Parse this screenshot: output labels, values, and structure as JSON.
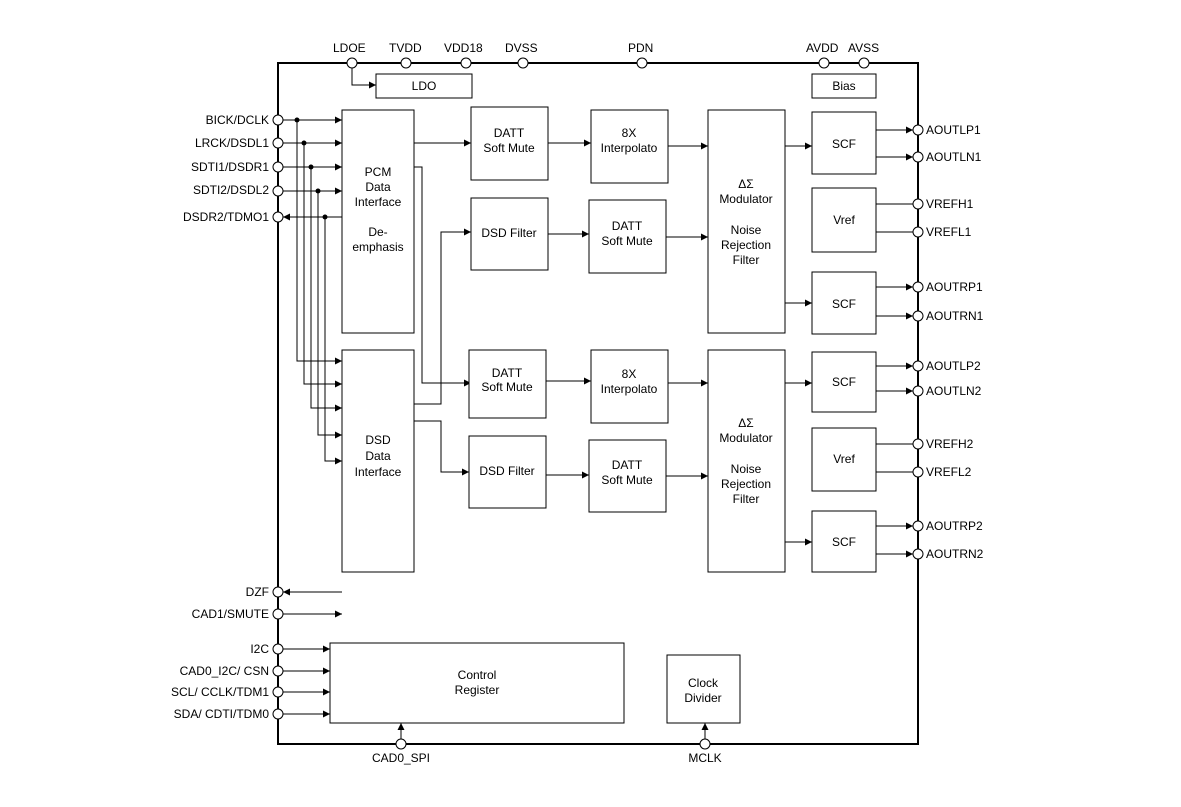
{
  "pins": {
    "top": {
      "ldoe": "LDOE",
      "tvdd": "TVDD",
      "vdd18": "VDD18",
      "dvss": "DVSS",
      "pdn": "PDN",
      "avdd": "AVDD",
      "avss": "AVSS"
    },
    "left": {
      "bick": "BICK/DCLK",
      "lrck": "LRCK/DSDL1",
      "sdti1": "SDTI1/DSDR1",
      "sdti2": "SDTI2/DSDL2",
      "dsdr2": "DSDR2/TDMO1",
      "dzf": "DZF",
      "cad1": "CAD1/SMUTE",
      "i2c": "I2C",
      "cad0": "CAD0_I2C/ CSN",
      "scl": "SCL/ CCLK/TDM1",
      "sda": "SDA/ CDTI/TDM0"
    },
    "right": {
      "aoutlp1": "AOUTLP1",
      "aoutln1": "AOUTLN1",
      "vrefh1": "VREFH1",
      "vrefl1": "VREFL1",
      "aoutrp1": "AOUTRP1",
      "aoutrn1": "AOUTRN1",
      "aoutlp2": "AOUTLP2",
      "aoutln2": "AOUTLN2",
      "vrefh2": "VREFH2",
      "vrefl2": "VREFL2",
      "aoutrp2": "AOUTRP2",
      "aoutrn2": "AOUTRN2"
    },
    "bottom": {
      "cad0spi": "CAD0_SPI",
      "mclk": "MCLK"
    }
  },
  "blocks": {
    "ldo": "LDO",
    "bias": "Bias",
    "pcm": [
      "PCM",
      "Data",
      "Interface",
      "De-",
      "emphasis"
    ],
    "dsd_if": [
      "DSD",
      "Data",
      "Interface"
    ],
    "datt1": [
      "DATT",
      "Soft Mute"
    ],
    "dsdf1": "DSD Filter",
    "interp1": [
      "8X",
      "Interpolato"
    ],
    "datt2": [
      "DATT",
      "Soft Mute"
    ],
    "datt3": [
      "DATT",
      "Soft Mute"
    ],
    "dsdf2": "DSD Filter",
    "interp2": [
      "8X",
      "Interpolato"
    ],
    "datt4": [
      "DATT",
      "Soft Mute"
    ],
    "mod1": [
      "ΔΣ",
      "Modulator",
      "Noise",
      "Rejection",
      "Filter"
    ],
    "mod2": [
      "ΔΣ",
      "Modulator",
      "Noise",
      "Rejection",
      "Filter"
    ],
    "scf": "SCF",
    "vref": "Vref",
    "control": [
      "Control",
      "Register"
    ],
    "clock": [
      "Clock",
      "Divider"
    ]
  }
}
